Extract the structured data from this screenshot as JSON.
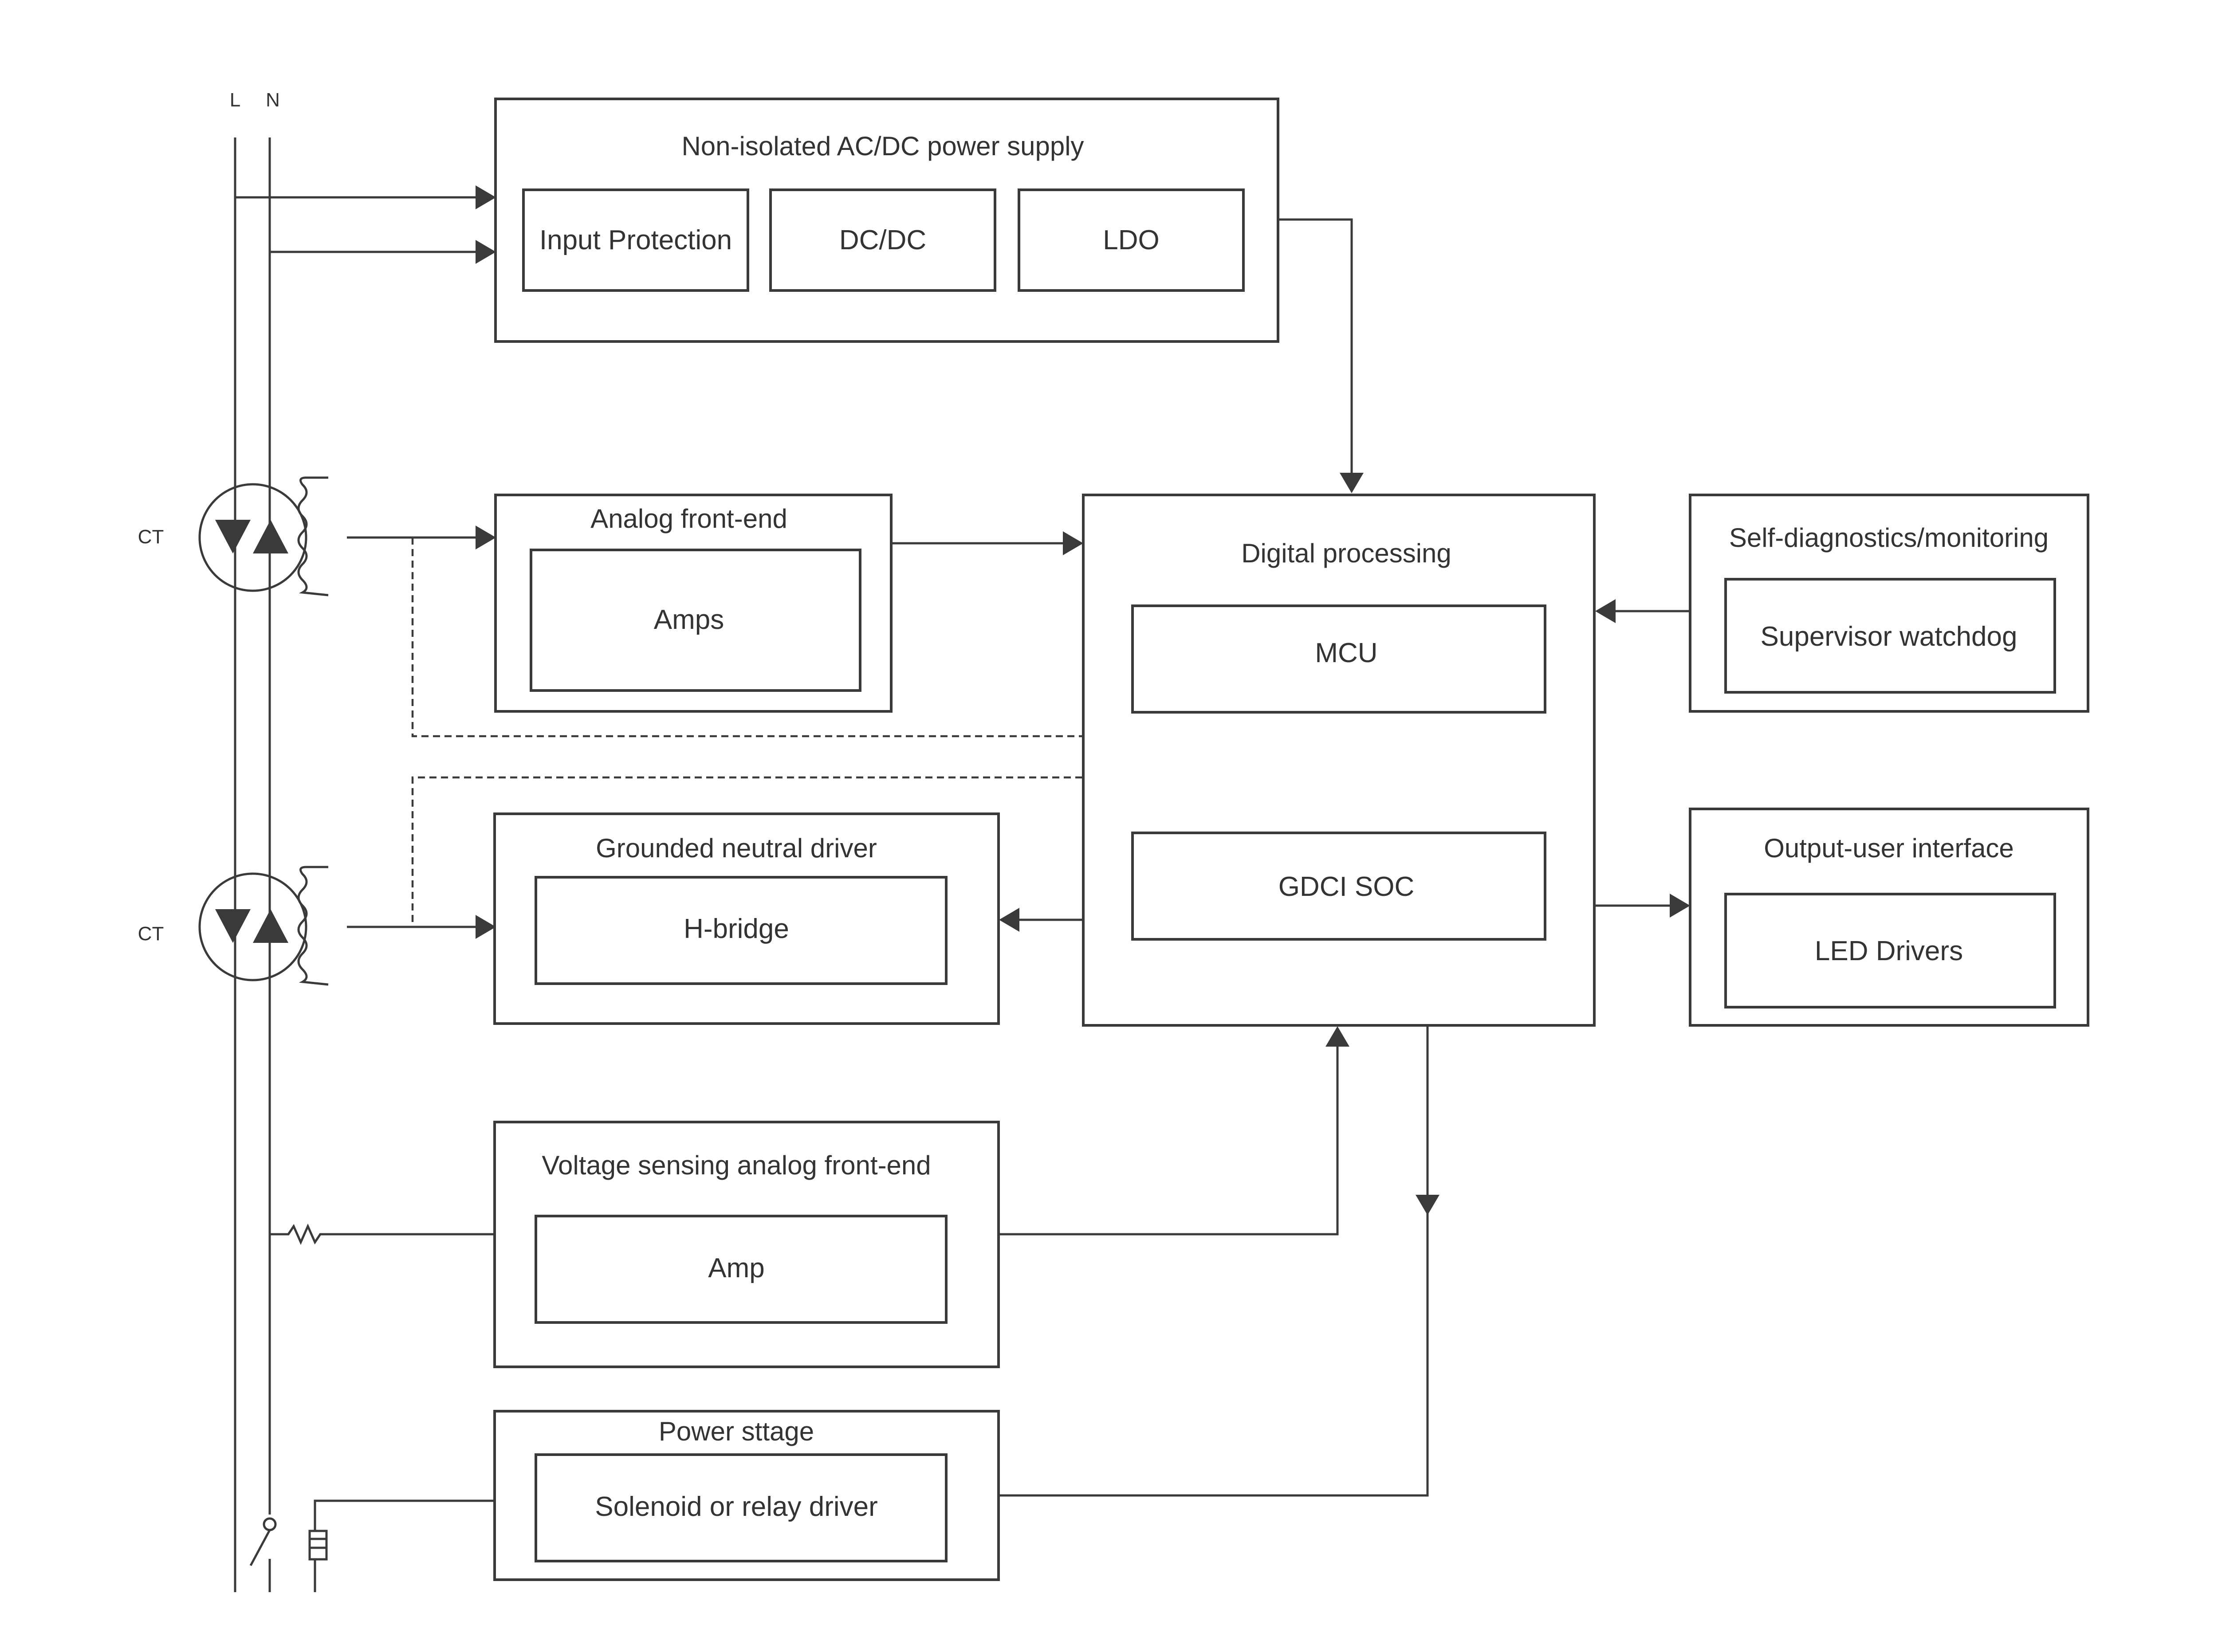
{
  "labels": {
    "line": "L",
    "neutral": "N",
    "ct_top": "CT",
    "ct_bottom": "CT"
  },
  "blocks": {
    "power_supply": {
      "title": "Non-isolated AC/DC power supply",
      "items": [
        "Input Protection",
        "DC/DC",
        "LDO"
      ]
    },
    "analog_front_end": {
      "title": "Analog front-end",
      "inner": "Amps"
    },
    "digital_processing": {
      "title": "Digital processing",
      "mcu": "MCU",
      "soc": "GDCI SOC"
    },
    "self_diagnostics": {
      "title": "Self-diagnostics/monitoring",
      "inner": "Supervisor watchdog"
    },
    "output_ui": {
      "title": "Output-user interface",
      "inner": "LED Drivers"
    },
    "grounded_neutral": {
      "title": "Grounded neutral driver",
      "inner": "H-bridge"
    },
    "voltage_sensing": {
      "title": "Voltage sensing analog front-end",
      "inner": "Amp"
    },
    "power_stage": {
      "title": "Power sttage",
      "inner": "Solenoid or relay driver"
    }
  },
  "colors": {
    "stroke": "#3a3a3a",
    "text": "#333333",
    "background": "#ffffff"
  }
}
